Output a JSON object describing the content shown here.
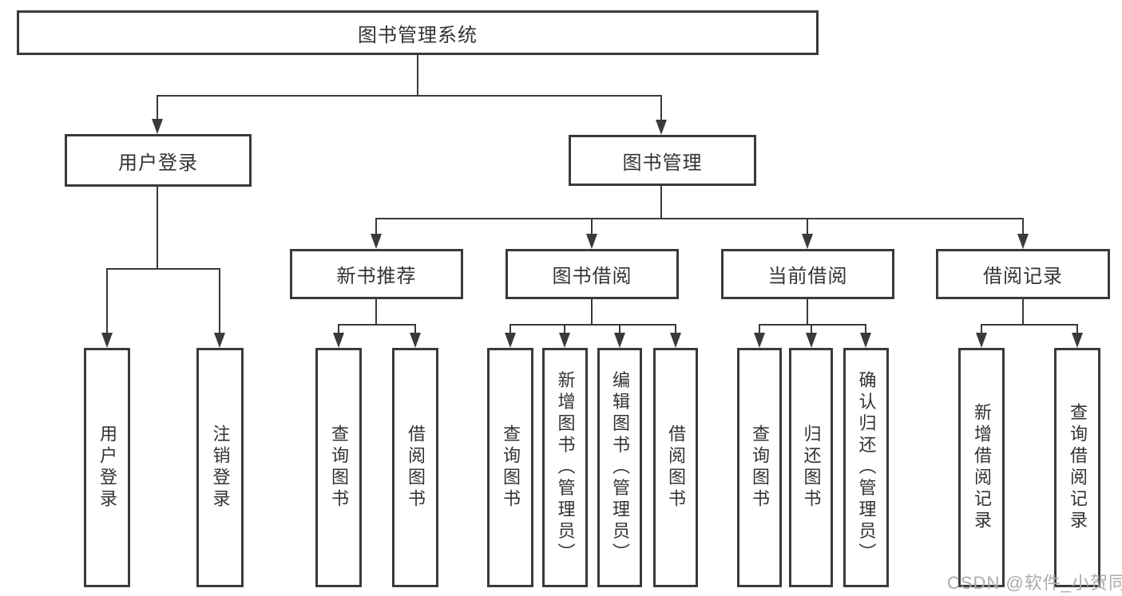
{
  "diagram": {
    "title": "图书管理系统",
    "root": {
      "label": "图书管理系统"
    },
    "level2": {
      "user_login": {
        "label": "用户登录"
      },
      "book_mgmt": {
        "label": "图书管理"
      }
    },
    "level3": {
      "new_book_rec": {
        "label": "新书推荐"
      },
      "book_borrow": {
        "label": "图书借阅"
      },
      "current_borrow": {
        "label": "当前借阅"
      },
      "borrow_records": {
        "label": "借阅记录"
      }
    },
    "leaves": {
      "user_login": {
        "label": "用户登录"
      },
      "logout": {
        "label": "注销登录"
      },
      "query_book_1": {
        "label": "查询图书"
      },
      "borrow_book_1": {
        "label": "借阅图书"
      },
      "query_book_2": {
        "label": "查询图书"
      },
      "add_book": {
        "label": "新增图书（管理员）"
      },
      "edit_book": {
        "label": "编辑图书（管理员）"
      },
      "borrow_book_2": {
        "label": "借阅图书"
      },
      "query_book_3": {
        "label": "查询图书"
      },
      "return_book": {
        "label": "归还图书"
      },
      "confirm_return": {
        "label": "确认归还（管理员）"
      },
      "add_borrow_record": {
        "label": "新增借阅记录"
      },
      "query_borrow_record": {
        "label": "查询借阅记录"
      }
    }
  },
  "watermark": {
    "text": "CSDN @软件_小贺同学"
  },
  "colors": {
    "line": "#3a3a3a",
    "text": "#333333",
    "background": "#ffffff",
    "watermark": "#ababab"
  }
}
